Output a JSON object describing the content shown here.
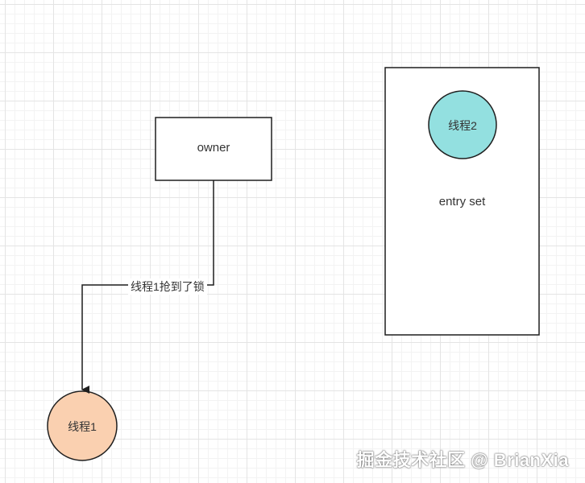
{
  "diagram": {
    "nodes": {
      "owner": {
        "label": "owner"
      },
      "entry_set": {
        "label": "entry set"
      },
      "thread2": {
        "label": "线程2",
        "fill": "#93e0e0"
      },
      "thread1": {
        "label": "线程1",
        "fill": "#fad0b0"
      }
    },
    "edges": [
      {
        "from": "owner",
        "to": "thread1",
        "label": "线程1抢到了锁"
      }
    ],
    "stroke_color": "#1f1f1f"
  },
  "watermark": "掘金技术社区 @ BrianXia"
}
